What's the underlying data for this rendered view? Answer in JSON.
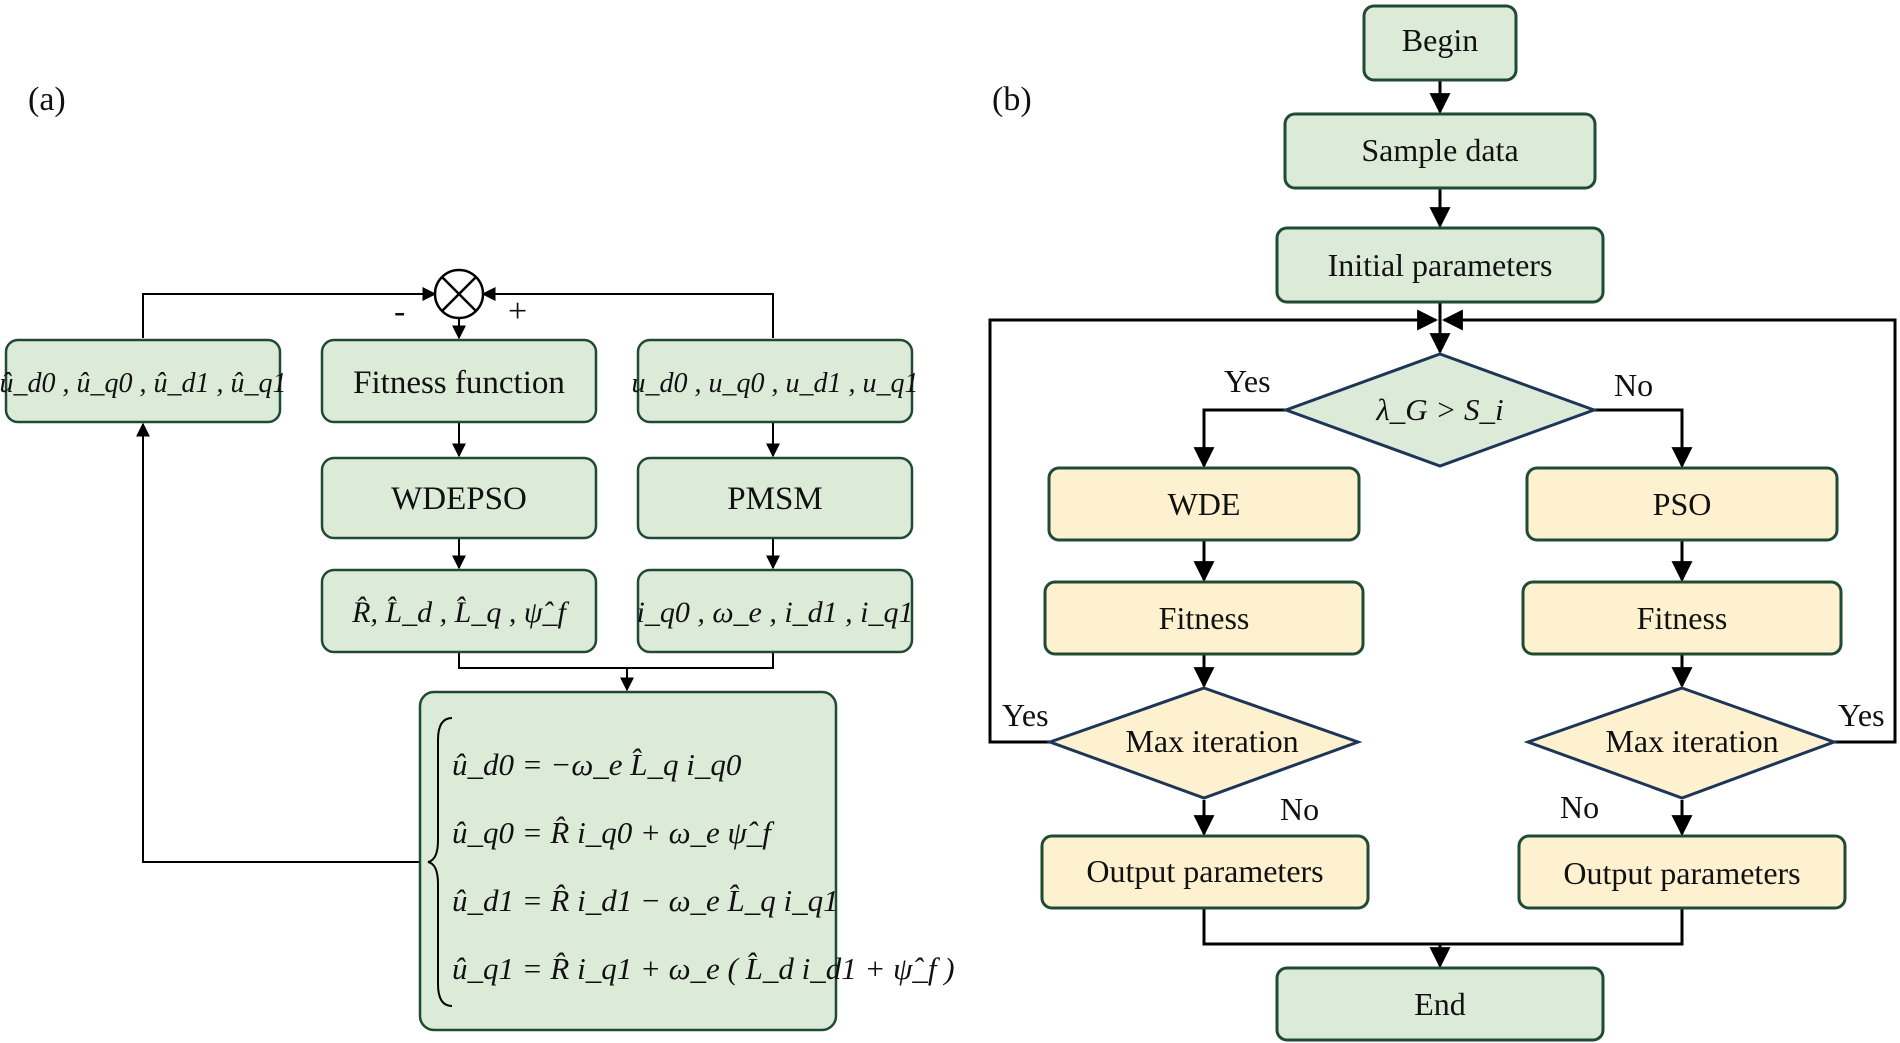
{
  "colors": {
    "green_fill": "#dcebd8",
    "yellow_fill": "#fdf1cf",
    "stroke_green": "#1f4a33",
    "stroke_blue": "#1d3557",
    "line": "#000000"
  },
  "panel_a": {
    "label": "(a)",
    "summing_junction": {
      "minus": "-",
      "plus": "+"
    },
    "estimated_voltages": "û_d0 , û_q0 , û_d1 , û_q1",
    "fitness_function": "Fitness function",
    "measured_voltages": "u_d0 , u_q0 , u_d1 , u_q1",
    "optimizer": "WDEPSO",
    "motor": "PMSM",
    "estimated_params": "R̂, L̂_d , L̂_q , ψ̂_f",
    "measured_signals": "i_q0 , ω_e , i_d1 , i_q1",
    "equations": [
      "û_d0 = −ω_e L̂_q i_q0",
      "û_q0 = R̂ i_q0 + ω_e ψ̂_f",
      "û_d1 = R̂ i_d1 − ω_e L̂_q i_q1",
      "û_q1 = R̂ i_q1 + ω_e ( L̂_d i_d1 + ψ̂_f )"
    ]
  },
  "panel_b": {
    "label": "(b)",
    "begin": "Begin",
    "sample_data": "Sample data",
    "initial_parameters": "Initial parameters",
    "condition": "λ_G > S_i",
    "yes_left": "Yes",
    "no_right": "No",
    "wde": "WDE",
    "pso": "PSO",
    "fitness_left": "Fitness",
    "fitness_right": "Fitness",
    "max_iter_left": "Max iteration",
    "max_iter_right": "Max iteration",
    "loop_yes_left": "Yes",
    "loop_yes_right": "Yes",
    "no_left": "No",
    "no_right_bottom": "No",
    "output_left": "Output parameters",
    "output_right": "Output parameters",
    "end": "End"
  }
}
